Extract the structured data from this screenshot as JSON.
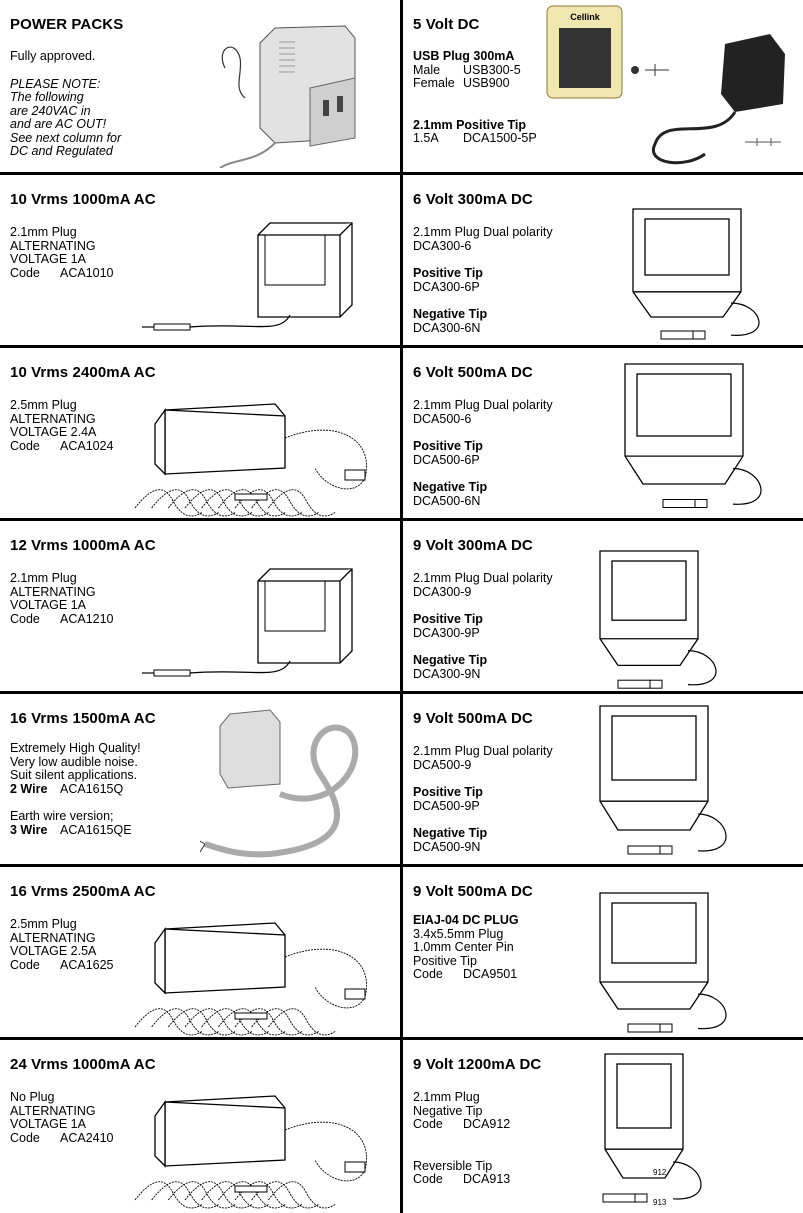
{
  "left": [
    {
      "title": "POWER PACKS",
      "lines": [
        {
          "text": "Fully approved.",
          "style": ""
        },
        {
          "text": "",
          "style": "gap"
        },
        {
          "text": "PLEASE NOTE:",
          "style": "i"
        },
        {
          "text": "The following",
          "style": "i"
        },
        {
          "text": "are 240VAC in",
          "style": "i"
        },
        {
          "text": "and are AC OUT!",
          "style": "i"
        },
        {
          "text": "See next column for",
          "style": "i"
        },
        {
          "text": "DC and Regulated",
          "style": "i"
        }
      ]
    },
    {
      "title": "10 Vrms 1000mA AC",
      "lines": [
        {
          "text": "2.1mm Plug",
          "style": ""
        },
        {
          "text": "ALTERNATING",
          "style": ""
        },
        {
          "text": "VOLTAGE 1A",
          "style": ""
        },
        {
          "label": "Code",
          "text": "ACA1010",
          "style": "code"
        }
      ]
    },
    {
      "title": "10 Vrms 2400mA AC",
      "lines": [
        {
          "text": "2.5mm Plug",
          "style": ""
        },
        {
          "text": "ALTERNATING",
          "style": ""
        },
        {
          "text": "VOLTAGE 2.4A",
          "style": ""
        },
        {
          "label": "Code",
          "text": "ACA1024",
          "style": "code"
        }
      ]
    },
    {
      "title": "12 Vrms 1000mA AC",
      "lines": [
        {
          "text": "2.1mm Plug",
          "style": ""
        },
        {
          "text": "ALTERNATING",
          "style": ""
        },
        {
          "text": "VOLTAGE 1A",
          "style": ""
        },
        {
          "label": "Code",
          "text": "ACA1210",
          "style": "code"
        }
      ]
    },
    {
      "title": "16 Vrms 1500mA AC",
      "lines": [
        {
          "text": "Extremely High Quality!",
          "style": ""
        },
        {
          "text": "Very low audible noise.",
          "style": ""
        },
        {
          "text": "Suit silent applications.",
          "style": ""
        },
        {
          "label": "2 Wire",
          "text": "ACA1615Q",
          "style": "boldlabel"
        },
        {
          "text": "",
          "style": "gap"
        },
        {
          "text": "Earth wire version;",
          "style": ""
        },
        {
          "label": "3 Wire",
          "text": "ACA1615QE",
          "style": "boldlabel"
        }
      ]
    },
    {
      "title": "16 Vrms 2500mA AC",
      "lines": [
        {
          "text": "2.5mm Plug",
          "style": ""
        },
        {
          "text": "ALTERNATING",
          "style": ""
        },
        {
          "text": "VOLTAGE 2.5A",
          "style": ""
        },
        {
          "label": "Code",
          "text": "ACA1625",
          "style": "code"
        }
      ]
    },
    {
      "title": "24 Vrms 1000mA AC",
      "lines": [
        {
          "text": "No Plug",
          "style": ""
        },
        {
          "text": "ALTERNATING",
          "style": ""
        },
        {
          "text": "VOLTAGE 1A",
          "style": ""
        },
        {
          "label": "Code",
          "text": "ACA2410",
          "style": "code"
        }
      ]
    }
  ],
  "right": [
    {
      "title": "5 Volt DC",
      "lines": [
        {
          "text": "",
          "style": "gap"
        },
        {
          "text": "USB Plug 300mA",
          "style": "b"
        },
        {
          "label": "Male",
          "text": "USB300-5",
          "style": "codew"
        },
        {
          "label": "Female",
          "text": "USB900",
          "style": "codew"
        },
        {
          "text": "",
          "style": "gap"
        },
        {
          "text": "",
          "style": "gap"
        },
        {
          "text": "2.1mm Positive Tip",
          "style": "b"
        },
        {
          "label": "1.5A",
          "text": "DCA1500-5P",
          "style": "codew"
        }
      ]
    },
    {
      "title": "6 Volt 300mA DC",
      "lines": [
        {
          "text": "2.1mm Plug Dual polarity",
          "style": ""
        },
        {
          "text": "DCA300-6",
          "style": ""
        },
        {
          "text": "",
          "style": "gap"
        },
        {
          "text": "Positive Tip",
          "style": "b"
        },
        {
          "text": "DCA300-6P",
          "style": ""
        },
        {
          "text": "",
          "style": "gap"
        },
        {
          "text": "Negative Tip",
          "style": "b"
        },
        {
          "text": "DCA300-6N",
          "style": ""
        }
      ]
    },
    {
      "title": "6 Volt 500mA DC",
      "lines": [
        {
          "text": "2.1mm Plug Dual polarity",
          "style": ""
        },
        {
          "text": "DCA500-6",
          "style": ""
        },
        {
          "text": "",
          "style": "gap"
        },
        {
          "text": "Positive Tip",
          "style": "b"
        },
        {
          "text": "DCA500-6P",
          "style": ""
        },
        {
          "text": "",
          "style": "gap"
        },
        {
          "text": "Negative Tip",
          "style": "b"
        },
        {
          "text": "DCA500-6N",
          "style": ""
        }
      ]
    },
    {
      "title": "9 Volt 300mA DC",
      "lines": [
        {
          "text": "2.1mm Plug Dual polarity",
          "style": ""
        },
        {
          "text": "DCA300-9",
          "style": ""
        },
        {
          "text": "",
          "style": "gap"
        },
        {
          "text": "Positive Tip",
          "style": "b"
        },
        {
          "text": "DCA300-9P",
          "style": ""
        },
        {
          "text": "",
          "style": "gap"
        },
        {
          "text": "Negative Tip",
          "style": "b"
        },
        {
          "text": "DCA300-9N",
          "style": ""
        }
      ]
    },
    {
      "title": "9 Volt 500mA DC",
      "lines": [
        {
          "text": "2.1mm Plug Dual polarity",
          "style": ""
        },
        {
          "text": "DCA500-9",
          "style": ""
        },
        {
          "text": "",
          "style": "gap"
        },
        {
          "text": "Positive Tip",
          "style": "b"
        },
        {
          "text": "DCA500-9P",
          "style": ""
        },
        {
          "text": "",
          "style": "gap"
        },
        {
          "text": "Negative Tip",
          "style": "b"
        },
        {
          "text": "DCA500-9N",
          "style": ""
        }
      ]
    },
    {
      "title": "9 Volt 500mA DC",
      "lines": [
        {
          "text": "EIAJ-04 DC PLUG",
          "style": "b"
        },
        {
          "text": "3.4x5.5mm Plug",
          "style": ""
        },
        {
          "text": "1.0mm Center Pin",
          "style": ""
        },
        {
          "text": "Positive Tip",
          "style": ""
        },
        {
          "label": "Code",
          "text": "DCA9501",
          "style": "code"
        }
      ]
    },
    {
      "title": "9 Volt 1200mA DC",
      "lines": [
        {
          "text": "2.1mm Plug",
          "style": ""
        },
        {
          "text": "Negative Tip",
          "style": ""
        },
        {
          "label": "Code",
          "text": "DCA912",
          "style": "code"
        },
        {
          "text": "",
          "style": "gap"
        },
        {
          "text": "",
          "style": "gap"
        },
        {
          "text": "Reversible Tip",
          "style": ""
        },
        {
          "label": "Code",
          "text": "DCA913",
          "style": "code"
        }
      ]
    }
  ],
  "usb_package_brand": "Cellink",
  "plug_labels": {
    "tip_912": "912",
    "tip_913": "913"
  }
}
